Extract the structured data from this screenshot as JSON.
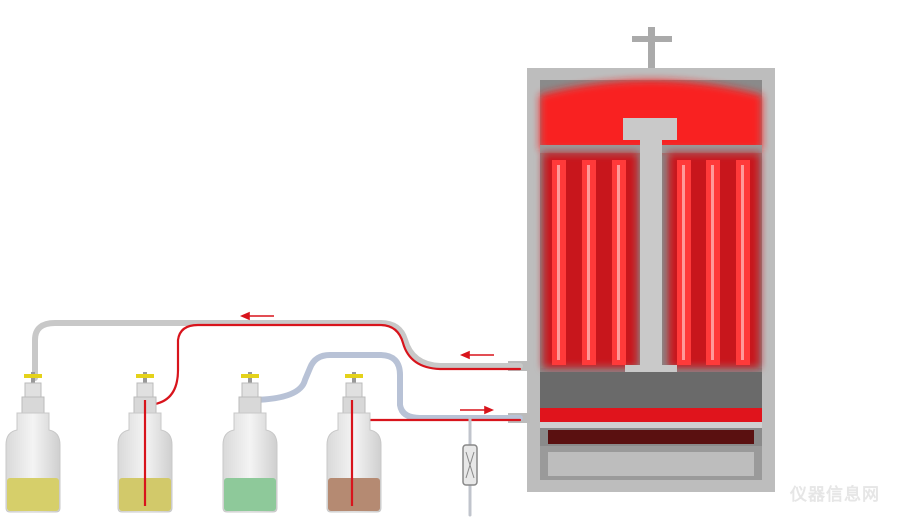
{
  "watermark": "仪器信息网",
  "colors": {
    "flow_red": "#d8141c",
    "glow_red": "#ff1a1a",
    "body_gray": "#b9b9b9",
    "pipe_gray": "#c8c8c8",
    "pipe_blue": "#b8c2d6",
    "liquid": [
      "#d6cf6a",
      "#d2c96a",
      "#8ec99a",
      "#b58a72"
    ]
  },
  "bottles": [
    {
      "id": "bottle-1",
      "liquid": "yellow"
    },
    {
      "id": "bottle-2",
      "liquid": "yellow"
    },
    {
      "id": "bottle-3",
      "liquid": "green"
    },
    {
      "id": "bottle-4",
      "liquid": "brown"
    }
  ]
}
